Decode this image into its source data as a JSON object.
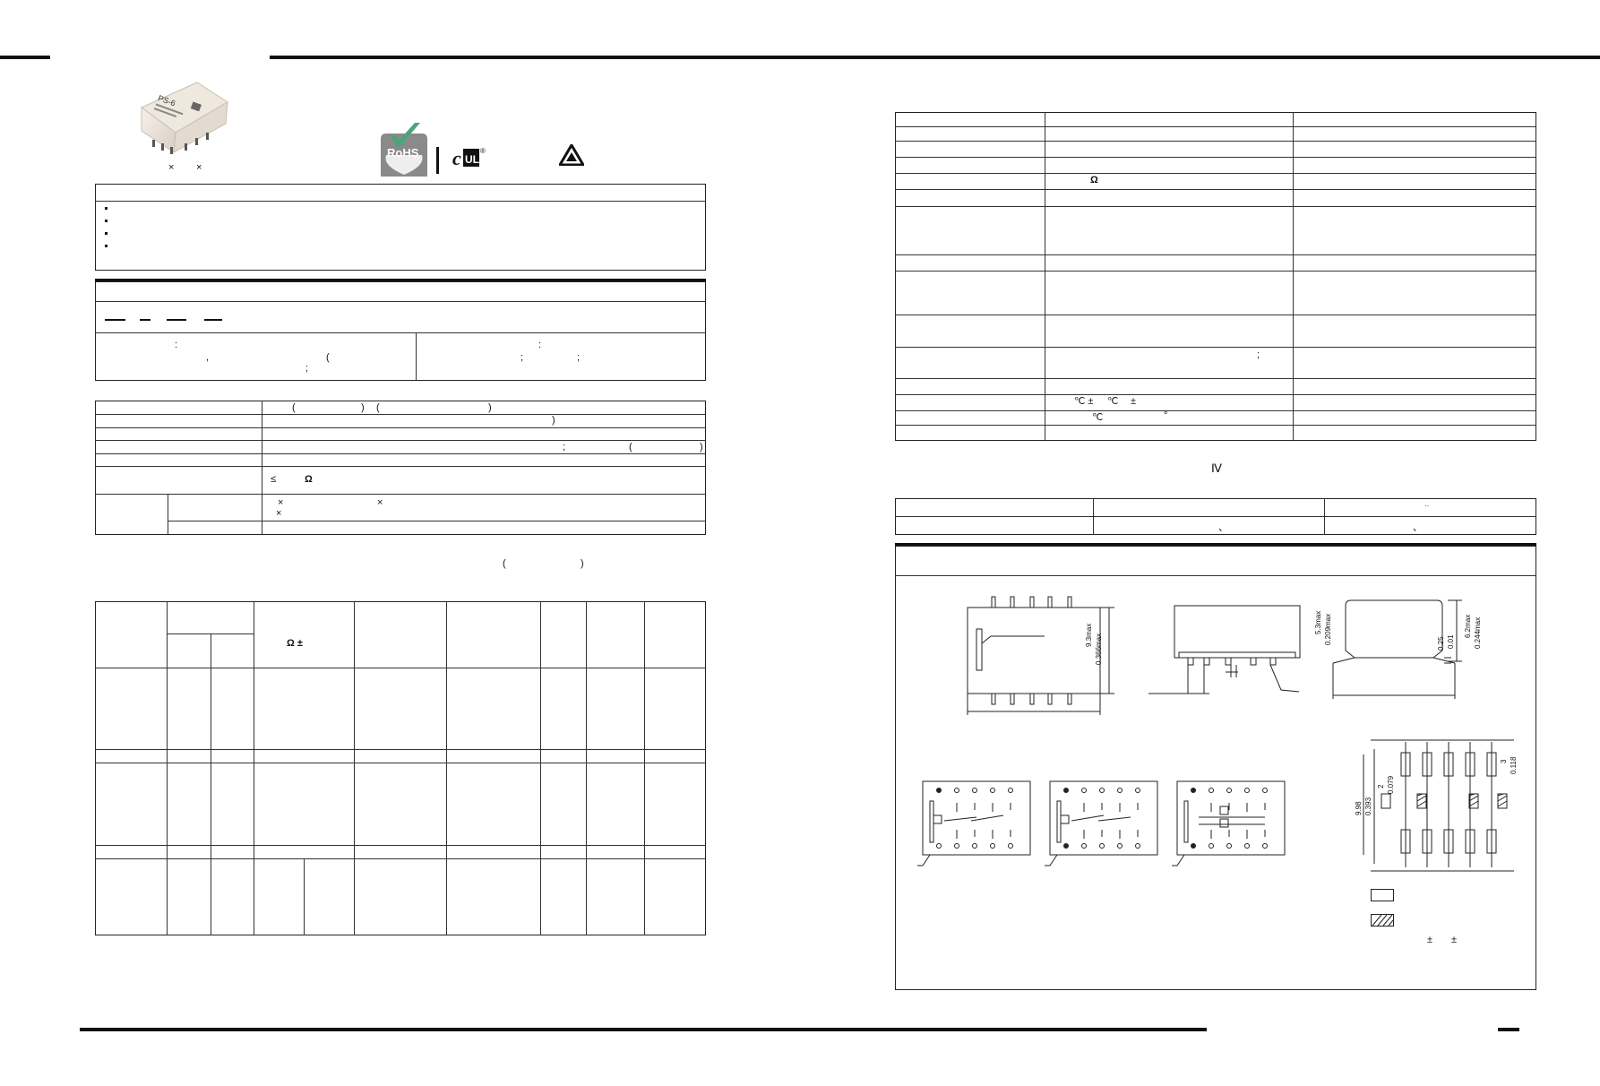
{
  "product_image": {
    "model_text": "PS-6",
    "cross_marks": [
      "×",
      "×"
    ]
  },
  "certifications": {
    "rohs_label": "RoHS",
    "ul_label": "UL",
    "registered_mark": "®",
    "tuv_icon": "warning-triangle-icon"
  },
  "left_page": {
    "size_line_glyphs": [
      "×",
      "×"
    ],
    "order_code_separators": [
      "—",
      "–",
      "—",
      "—"
    ],
    "order_code_glyphs": [
      ":",
      ",",
      "(",
      ";",
      ":",
      ";",
      ";"
    ],
    "specs_glyphs": [
      "(",
      ")",
      "(",
      ")",
      ")",
      ";",
      "(",
      ")",
      "≤",
      "Ω",
      "×",
      "×",
      "×"
    ],
    "coil_note_glyphs": [
      "(",
      ")"
    ],
    "coil_header_glyphs": "Ω ±"
  },
  "right_page": {
    "specs_glyphs": [
      "Ω",
      ";",
      "℃ ±",
      "℃",
      "±",
      "℃",
      "°"
    ],
    "section_numeral": "Ⅳ",
    "safety_glyphs": [
      "··",
      "、",
      "、"
    ],
    "dimension_labels": {
      "top_view_height": "9.3max",
      "top_view_height_in": "0.366max",
      "side_height": "5.3max",
      "side_height_in": "0.209max",
      "pin_thickness": "0.25",
      "pin_thickness_tol": "0.01",
      "end_height": "6.2max",
      "end_height_in": "0.244max",
      "pcb_pitch": "2",
      "pcb_pitch_in": "0.079",
      "pcb_row": "9.98",
      "pcb_row_in": "0.393",
      "pcb_pad": "3",
      "pcb_pad_in": "0.118",
      "tolerance_glyphs": [
        "±",
        "±"
      ]
    }
  },
  "colors": {
    "rule": "#111111",
    "rohs_check": "#4aa57a",
    "rohs_box": "#8a8a8a"
  }
}
